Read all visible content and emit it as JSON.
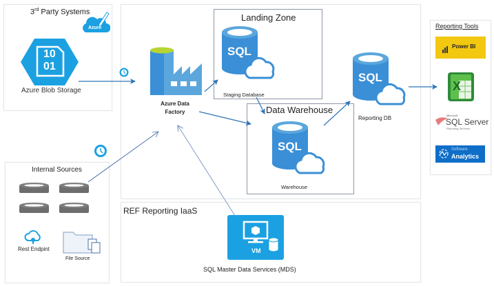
{
  "third_party": {
    "title_main": "3",
    "title_sup": "rd",
    "title_rest": " Party Systems",
    "azure_badge": "Azure",
    "blob_icon_text_line1": "10",
    "blob_icon_text_line2": "01",
    "blob_label": "Azure Blob Storage"
  },
  "factory": {
    "label_line1": "Azure Data",
    "label_line2": "Factory"
  },
  "landing_zone": {
    "title": "Landing Zone",
    "sql_text": "SQL",
    "db_label": "Staging Database"
  },
  "data_warehouse": {
    "title": "Data Warehouse",
    "sql_text": "SQL",
    "db_label": "Warehouse"
  },
  "reporting_db": {
    "sql_text": "SQL",
    "label": "Reporting DB"
  },
  "reporting_tools": {
    "title": "Reporting Tools",
    "items": [
      {
        "name": "Power BI"
      },
      {
        "name": "Excel",
        "glyph": "X"
      },
      {
        "name_small": "Microsoft",
        "name": "SQL Server",
        "sub": "Reporting Services"
      },
      {
        "name_small": "Software",
        "name": "Analytics"
      }
    ]
  },
  "internal_sources": {
    "title": "Internal Sources",
    "rest_label": "Rest Endpint",
    "file_label": "File Source"
  },
  "iaas": {
    "title": "REF Reporting IaaS",
    "vm_text": "VM",
    "vm_label": "SQL Master Data Services (MDS)"
  },
  "colors": {
    "azure_blue": "#1ba1e2",
    "sql_blue": "#3a8fd6",
    "arrow_blue": "#2e75b6",
    "powerbi_yellow": "#f2c811",
    "analytics_blue": "#0f6ec8",
    "disk_gray": "#6d6d6d"
  }
}
